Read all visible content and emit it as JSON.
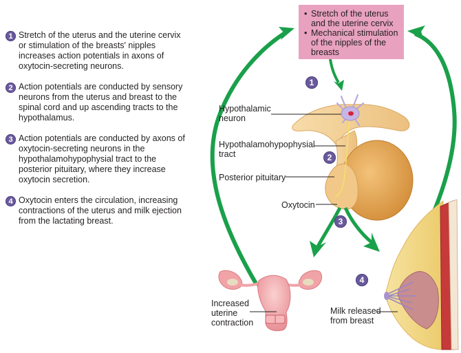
{
  "steps": [
    {
      "number": "1",
      "text": "Stretch of the uterus and the uterine cervix or stimulation of the breasts' nipples increases action potentials in axons of oxytocin-secreting neurons."
    },
    {
      "number": "2",
      "text": "Action potentials are conducted by sensory neurons from the uterus and breast to the spinal cord and up ascending tracts to the hypothalamus."
    },
    {
      "number": "3",
      "text": "Action potentials are conducted by axons of oxytocin-secreting neurons in the hypothalamohypophysial tract to the posterior pituitary, where they increase oxytocin secretion."
    },
    {
      "number": "4",
      "text": "Oxytocin enters the circulation, increasing contractions of the uterus and milk ejection from the lactating breast."
    }
  ],
  "trigger_box": {
    "items": [
      "Stretch of the uterus and the uterine cervix",
      "Mechanical stimulation of the nipples of the breasts"
    ],
    "bullet": "•"
  },
  "labels": {
    "hypothalamic_neuron": [
      "Hypothalamic",
      "neuron"
    ],
    "tract": [
      "Hypothalamohypophysial",
      "tract"
    ],
    "posterior_pituitary": "Posterior pituitary",
    "oxytocin": "Oxytocin",
    "uterine": [
      "Increased",
      "uterine",
      "contraction"
    ],
    "milk": [
      "Milk released",
      "from breast"
    ]
  },
  "diagram_badges": [
    "1",
    "2",
    "3",
    "4"
  ],
  "colors": {
    "arrow_green": "#1aa04a",
    "badge_purple": "#6a5a9c",
    "trigger_pink": "#e8a2c0",
    "pituitary_tan": "#e9b86a",
    "uterus_pink": "#f0a8a8"
  }
}
